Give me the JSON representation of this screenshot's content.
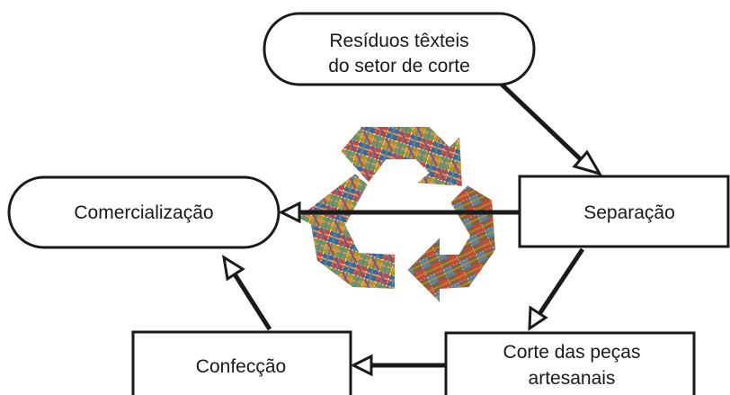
{
  "nodes": {
    "residuos": {
      "lines": [
        "Resíduos têxteis",
        "do setor de corte"
      ]
    },
    "separacao": {
      "label": "Separação"
    },
    "comercializacao": {
      "label": "Comercialização"
    },
    "corte": {
      "lines": [
        "Corte das peças",
        "artesanais"
      ]
    },
    "confeccao": {
      "label": "Confecção"
    }
  },
  "center_icon": "recycle-icon",
  "colors": {
    "line": "#1a1a1a",
    "patchwork": [
      "#c0392b",
      "#2e5c8a",
      "#6b8e3d",
      "#b8860b",
      "#8b3a62",
      "#d98c4a",
      "#4a7a9c",
      "#7a5230"
    ]
  }
}
